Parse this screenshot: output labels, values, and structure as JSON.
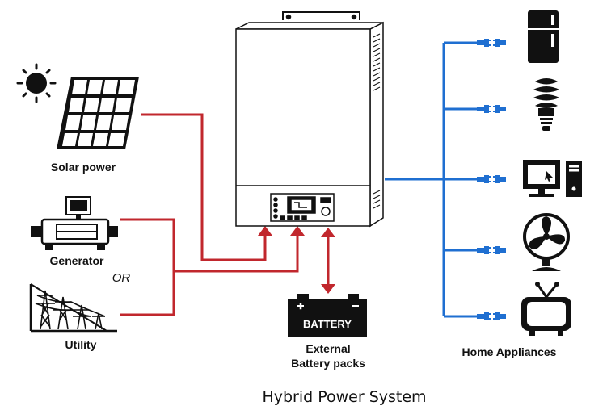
{
  "title": "Hybrid Power System",
  "sources": {
    "solar": {
      "label": "Solar power",
      "icon": "solar-panel-icon"
    },
    "generator": {
      "label": "Generator",
      "icon": "generator-icon"
    },
    "or_label": "OR",
    "utility": {
      "label": "Utility",
      "icon": "utility-pylons-icon"
    }
  },
  "battery": {
    "plate_text": "BATTERY",
    "caption_line1": "External",
    "caption_line2": "Battery packs",
    "icon": "battery-icon"
  },
  "appliances": {
    "label": "Home Appliances",
    "items": [
      {
        "name": "refrigerator",
        "icon": "refrigerator-icon"
      },
      {
        "name": "light-bulb",
        "icon": "light-bulb-icon"
      },
      {
        "name": "computer",
        "icon": "computer-icon"
      },
      {
        "name": "fan",
        "icon": "fan-icon"
      },
      {
        "name": "television",
        "icon": "television-icon"
      }
    ]
  },
  "inverter": {
    "icon": "hybrid-inverter-icon"
  },
  "colors": {
    "input_line": "#c1272d",
    "output_line": "#1f6fd1",
    "ink": "#111111"
  }
}
